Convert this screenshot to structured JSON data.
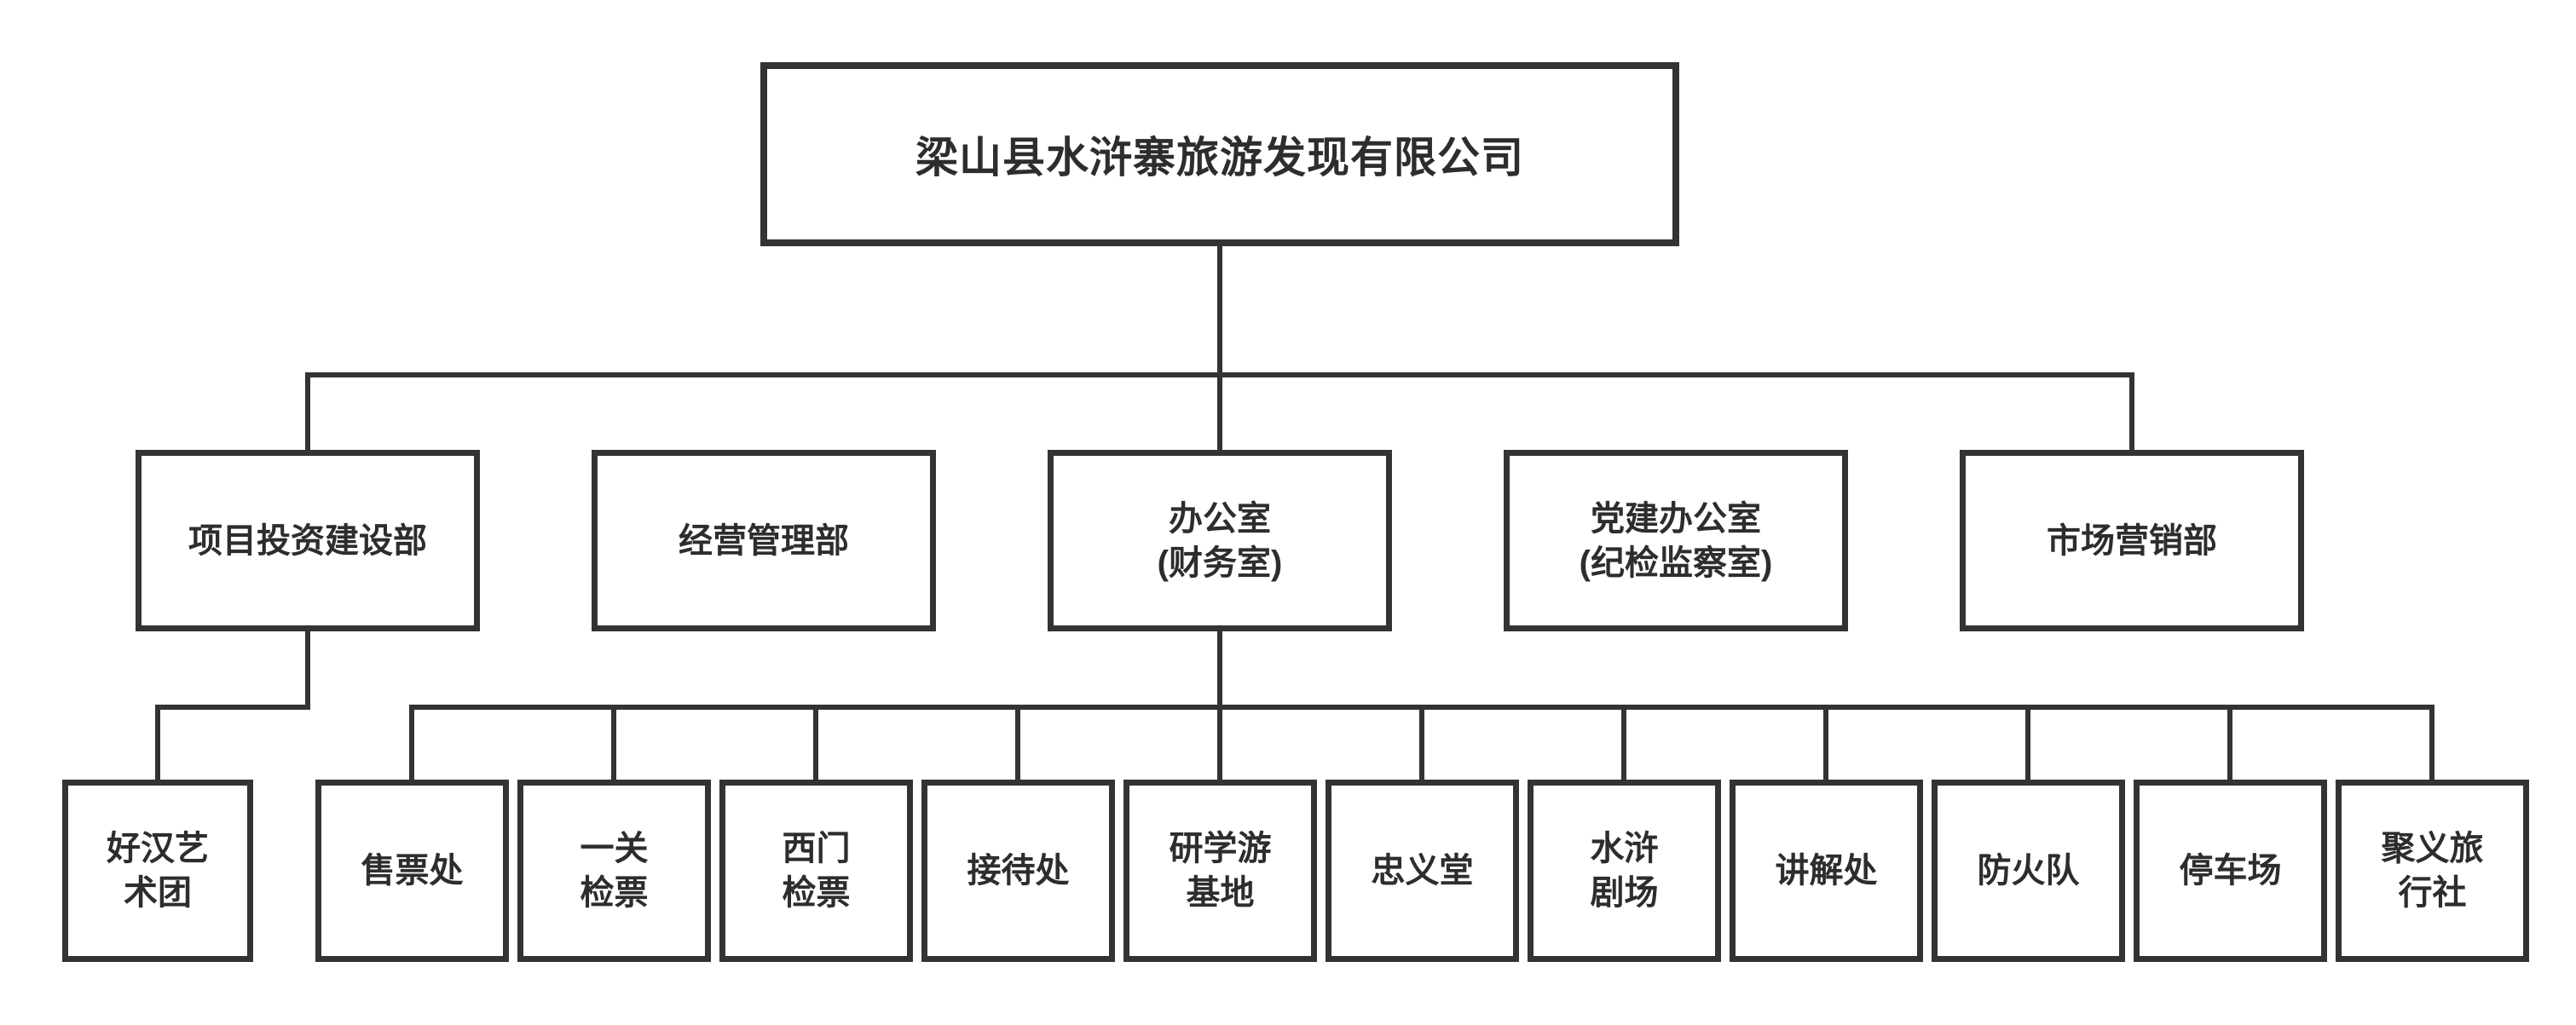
{
  "chart": {
    "type": "org-chart",
    "background_color": "#ffffff",
    "line_color": "#333333",
    "text_color": "#2d2d2d"
  },
  "company": {
    "name": "梁山县水浒寨旅游发现有限公司"
  },
  "departments": [
    {
      "label": "项目投资建设部",
      "lines": [
        "项目投资建设部"
      ],
      "parent": "梁山县水浒寨旅游发现有限公司",
      "connected_to_bus": true
    },
    {
      "label": "经营管理部",
      "lines": [
        "经营管理部"
      ],
      "parent": "梁山县水浒寨旅游发现有限公司",
      "connected_to_bus": false
    },
    {
      "label": "办公室(财务室)",
      "lines": [
        "办公室",
        "(财务室)"
      ],
      "parent": "梁山县水浒寨旅游发现有限公司",
      "connected_to_bus": true
    },
    {
      "label": "党建办公室(纪检监察室)",
      "lines": [
        "党建办公室",
        "(纪检监察室)"
      ],
      "parent": "梁山县水浒寨旅游发现有限公司",
      "connected_to_bus": false
    },
    {
      "label": "市场营销部",
      "lines": [
        "市场营销部"
      ],
      "parent": "梁山县水浒寨旅游发现有限公司",
      "connected_to_bus": true
    }
  ],
  "units": [
    {
      "label": "好汉艺术团",
      "lines": [
        "好汉艺",
        "术团"
      ],
      "parent": "项目投资建设部"
    },
    {
      "label": "售票处",
      "lines": [
        "售票处"
      ],
      "parent": "办公室(财务室)"
    },
    {
      "label": "一关检票",
      "lines": [
        "一关",
        "检票"
      ],
      "parent": "办公室(财务室)"
    },
    {
      "label": "西门检票",
      "lines": [
        "西门",
        "检票"
      ],
      "parent": "办公室(财务室)"
    },
    {
      "label": "接待处",
      "lines": [
        "接待处"
      ],
      "parent": "办公室(财务室)"
    },
    {
      "label": "研学游基地",
      "lines": [
        "研学游",
        "基地"
      ],
      "parent": "办公室(财务室)"
    },
    {
      "label": "忠义堂",
      "lines": [
        "忠义堂"
      ],
      "parent": "办公室(财务室)"
    },
    {
      "label": "水浒剧场",
      "lines": [
        "水浒",
        "剧场"
      ],
      "parent": "办公室(财务室)"
    },
    {
      "label": "讲解处",
      "lines": [
        "讲解处"
      ],
      "parent": "办公室(财务室)"
    },
    {
      "label": "防火队",
      "lines": [
        "防火队"
      ],
      "parent": "办公室(财务室)"
    },
    {
      "label": "停车场",
      "lines": [
        "停车场"
      ],
      "parent": "办公室(财务室)"
    },
    {
      "label": "聚义旅行社",
      "lines": [
        "聚义旅",
        "行社"
      ],
      "parent": "办公室(财务室)"
    }
  ]
}
